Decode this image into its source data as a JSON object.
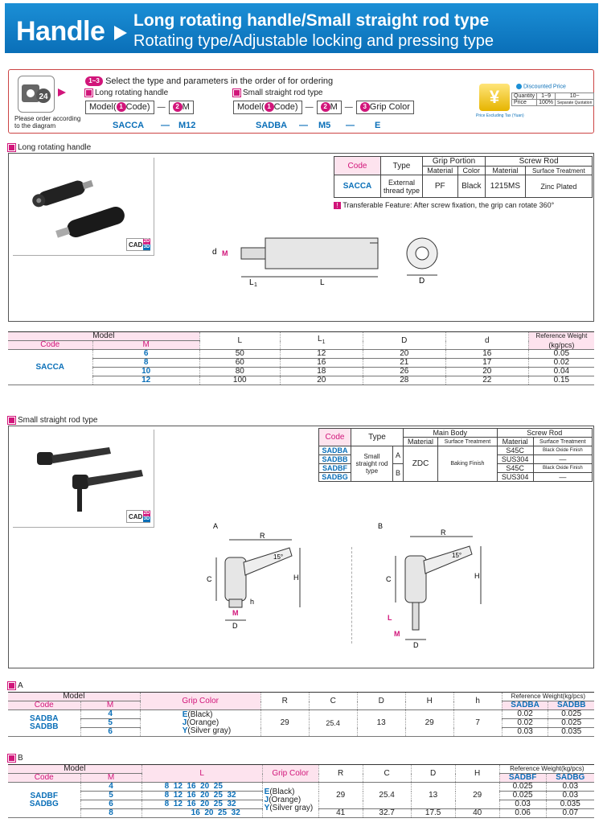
{
  "header": {
    "main": "Handle",
    "sub1": "Long rotating handle/Small straight rod type",
    "sub2": "Rotating type/Adjustable locking and pressing type"
  },
  "order": {
    "note": "Please order according to the diagram",
    "range": "1~3",
    "instruction": "Select the type and parameters in the order of for ordering",
    "long_label": "Long rotating handle",
    "small_label": "Small straight rod type",
    "model_word": "Model(",
    "code_word": "Code)",
    "dash": "—",
    "m_word": "M",
    "grip_color_word": "Grip Color",
    "n1": "1",
    "n2": "2",
    "n3": "3",
    "ex_long": [
      "SACCA",
      "—",
      "M12"
    ],
    "ex_small": [
      "SADBA",
      "—",
      "M5",
      "—",
      "E"
    ],
    "disc_title": "Discounted Price",
    "disc_qty": "Quantity",
    "disc_q1": "1~9",
    "disc_q2": "10~",
    "disc_price": "Price",
    "disc_p1": "100%",
    "disc_p2": "Separate Quotation",
    "disc_tax": "Price Excluding Tax (Yuan)",
    "yen": "¥"
  },
  "long": {
    "title": "Long rotating handle",
    "cad": "CAD",
    "cad2d": "2D",
    "cad3d": "3D",
    "spec_headers": [
      "Code",
      "Type",
      "Grip Portion",
      "Screw Rod",
      "Material",
      "Color",
      "Material",
      "Surface Treatment"
    ],
    "spec_row": [
      "SACCA",
      "External thread type",
      "PF",
      "Black",
      "1215MS",
      "Zinc Plated"
    ],
    "feature_mark": "!",
    "feature": "Transferable Feature: After screw fixation, the grip can rotate 360°",
    "dim_labels": {
      "d": "d",
      "M": "M",
      "L1": "L",
      "L1sub": "1",
      "L": "L",
      "D": "D"
    }
  },
  "table1": {
    "h_model": "Model",
    "h_code": "Code",
    "h_m": "M",
    "cols": [
      "L",
      "L",
      "D",
      "d"
    ],
    "l1_sub": "1",
    "h_weight1": "Reference Weight",
    "h_weight2": "(kg/pcs)",
    "code": "SACCA",
    "rows": [
      [
        "6",
        "50",
        "12",
        "20",
        "16",
        "0.05"
      ],
      [
        "8",
        "60",
        "16",
        "21",
        "17",
        "0.02"
      ],
      [
        "10",
        "80",
        "18",
        "26",
        "20",
        "0.04"
      ],
      [
        "12",
        "100",
        "20",
        "28",
        "22",
        "0.15"
      ]
    ]
  },
  "small": {
    "title": "Small straight rod type",
    "cad": "CAD",
    "cad2d": "2D",
    "cad3d": "3D",
    "spec_headers": [
      "Code",
      "Type",
      "Main Body",
      "Screw Rod",
      "Material",
      "Surface Treatment",
      "Material",
      "Surface Treatment"
    ],
    "codes": [
      "SADBA",
      "SADBB",
      "SADBF",
      "SADBG"
    ],
    "type": "Small straight rod type",
    "ab": [
      "A",
      "B"
    ],
    "body_material": "ZDC",
    "body_surface": "Baking Finish",
    "rod": [
      [
        "S45C",
        "Black Oxide Finish"
      ],
      [
        "SUS304",
        "—"
      ],
      [
        "S45C",
        "Black Oxide Finish"
      ],
      [
        "SUS304",
        "—"
      ]
    ],
    "drawA": "A",
    "drawB": "B",
    "dimA": {
      "R": "R",
      "C": "C",
      "H": "H",
      "h": "h",
      "M": "M",
      "D": "D",
      "deg": "15°"
    },
    "dimB": {
      "R": "R",
      "C": "C",
      "H": "H",
      "L": "L",
      "M": "M",
      "D": "D",
      "deg": "15°"
    }
  },
  "tableA": {
    "label": "A",
    "h_model": "Model",
    "h_code": "Code",
    "h_m": "M",
    "h_grip": "Grip Color",
    "cols": [
      "R",
      "C",
      "D",
      "H",
      "h"
    ],
    "h_weight": "Reference Weight(kg/pcs)",
    "w_codes": [
      "SADBA",
      "SADBB"
    ],
    "codes": [
      "SADBA",
      "SADBB"
    ],
    "m": [
      "4",
      "5",
      "6"
    ],
    "grip": [
      [
        "E",
        "(Black)"
      ],
      [
        "J",
        "(Orange)"
      ],
      [
        "Y",
        "(Silver gray)"
      ]
    ],
    "vals": [
      "29",
      "25.4",
      "13",
      "29",
      "7"
    ],
    "weights": [
      [
        "0.02",
        "0.025"
      ],
      [
        "0.02",
        "0.025"
      ],
      [
        "0.03",
        "0.035"
      ]
    ]
  },
  "tableB": {
    "label": "B",
    "h_model": "Model",
    "h_code": "Code",
    "h_m": "M",
    "h_l": "L",
    "h_grip": "Grip Color",
    "cols": [
      "R",
      "C",
      "D",
      "H"
    ],
    "h_weight": "Reference Weight(kg/pcs)",
    "w_codes": [
      "SADBF",
      "SADBG"
    ],
    "codes": [
      "SADBF",
      "SADBG"
    ],
    "m": [
      "4",
      "5",
      "6",
      "8"
    ],
    "l": [
      "8  12  16  20  25",
      "8  12  16  20  25  32",
      "8  12  16  20  25  32",
      "16  20  25  32"
    ],
    "grip": [
      [
        "E",
        "(Black)"
      ],
      [
        "J",
        "(Orange)"
      ],
      [
        "Y",
        "(Silver gray)"
      ]
    ],
    "vals_a": [
      "29",
      "25.4",
      "13",
      "29"
    ],
    "vals_b": [
      "41",
      "32.7",
      "17.5",
      "40"
    ],
    "weights": [
      [
        "0.025",
        "0.03"
      ],
      [
        "0.025",
        "0.03"
      ],
      [
        "0.03",
        "0.035"
      ],
      [
        "0.06",
        "0.07"
      ]
    ]
  },
  "colors": {
    "blue": "#0a6fb8",
    "pink": "#d1157a",
    "pinkbg": "#fde3ee"
  }
}
